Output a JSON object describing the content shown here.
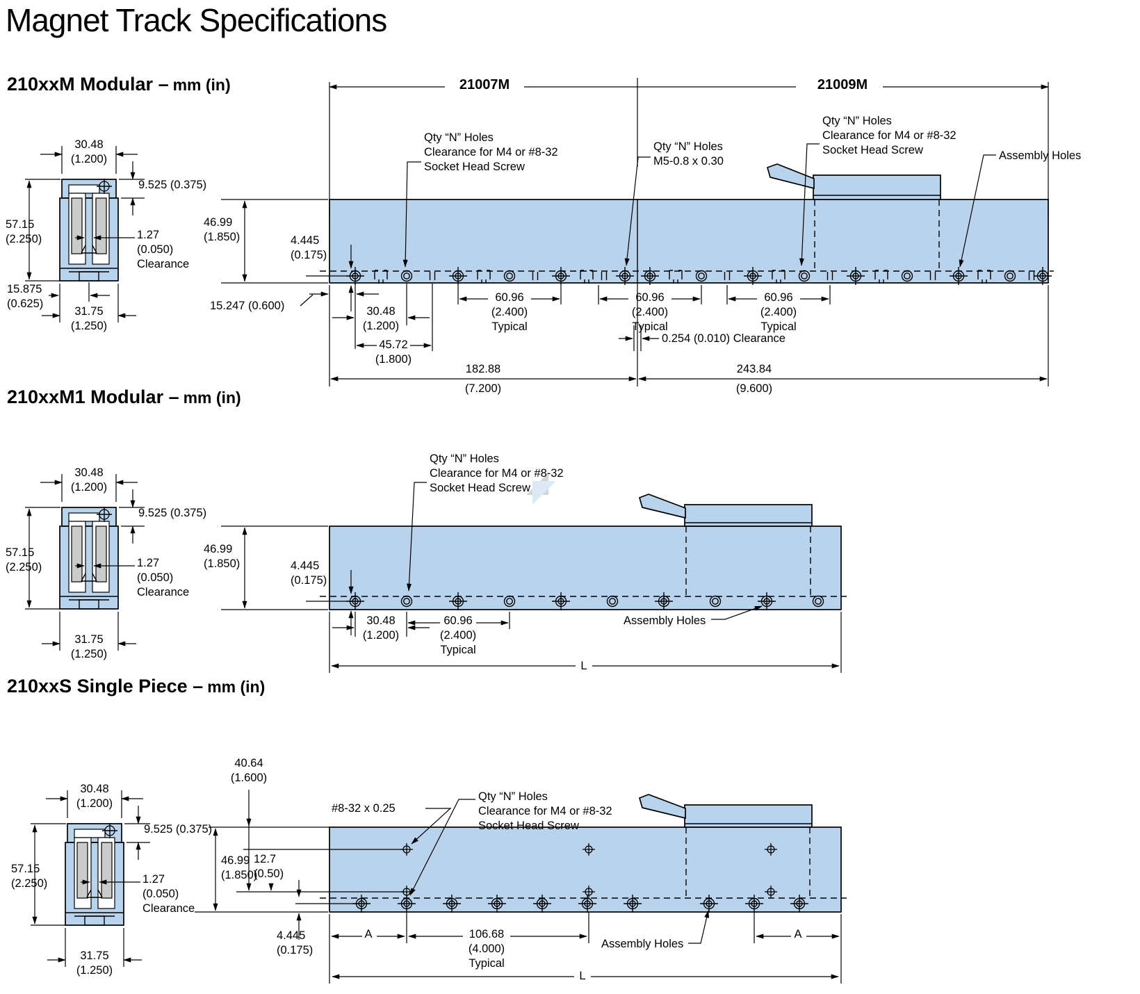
{
  "page_title": "Magnet Track Specifications",
  "colors": {
    "track_fill": "#b9d3ec",
    "magnet_fill": "#cbcbcb",
    "line": "#000000"
  },
  "sections": [
    {
      "heading": "210xxM Modular –",
      "units": "mm (in)",
      "cross": {
        "width_top": "30.48\n(1.200)",
        "cap_depth": "9.525 (0.375)",
        "height": "57.15\n(2.250)",
        "clearance": "1.27\n(0.050)\nClearance",
        "center_offset": "15.875\n(0.625)",
        "width_bottom": "31.75\n(1.250)"
      },
      "side": {
        "module_left": "21007M",
        "module_right": "21009M",
        "callout_m4_left": "Qty “N” Holes\nClearance for M4 or #8-32\nSocket Head Screw",
        "callout_m5": "Qty “N” Holes\nM5-0.8 x 0.30",
        "callout_m4_right": "Qty “N” Holes\nClearance for M4 or #8-32\nSocket Head Screw",
        "callout_assembly": "Assembly Holes",
        "height": "46.99\n(1.850)",
        "hole_offset": "4.445\n(0.175)",
        "end_offset": "15.247 (0.600)",
        "first_pitch": "30.48\n(1.200)",
        "second_pitch": "45.72\n(1.800)",
        "pitch_1": "60.96\n(2.400)\nTypical",
        "pitch_2": "60.96\n(2.400)\nTypical",
        "pitch_3": "60.96\n(2.400)\nTypical",
        "joint_clearance": "0.254 (0.010) Clearance",
        "length_left_mm": "182.88",
        "length_left_in": "(7.200)",
        "length_right_mm": "243.84",
        "length_right_in": "(9.600)"
      }
    },
    {
      "heading": "210xxM1 Modular –",
      "units": "mm (in)",
      "cross": {
        "width_top": "30.48\n(1.200)",
        "cap_depth": "9.525 (0.375)",
        "height": "57.15\n(2.250)",
        "clearance": "1.27\n(0.050)\nClearance",
        "width_bottom": "31.75\n(1.250)"
      },
      "side": {
        "callout_m4": "Qty “N” Holes\nClearance for M4 or #8-32\nSocket Head Screw",
        "callout_assembly": "Assembly Holes",
        "height": "46.99\n(1.850)",
        "hole_offset": "4.445\n(0.175)",
        "first_pitch": "30.48\n(1.200)",
        "pitch": "60.96\n(2.400)\nTypical",
        "total_length": "L"
      }
    },
    {
      "heading": "210xxS Single Piece –",
      "units": "mm (in)",
      "cross": {
        "width_top": "30.48\n(1.200)",
        "cap_depth": "9.525 (0.375)",
        "height": "57.15\n(2.250)",
        "clearance": "1.27\n(0.050)\nClearance",
        "width_bottom": "31.75\n(1.250)"
      },
      "side": {
        "top_offset": "40.64\n(1.600)",
        "tap": "#8-32 x 0.25",
        "callout_m4": "Qty “N” Holes\nClearance for M4 or #8-32\nSocket Head Screw",
        "callout_assembly": "Assembly Holes",
        "height": "46.99\n(1.850)",
        "row_offset": "12.7\n(0.50)",
        "hole_offset": "4.445\n(0.175)",
        "dim_a_left": "A",
        "dim_a_right": "A",
        "pitch": "106.68\n(4.000)\nTypical",
        "total_length": "L"
      }
    }
  ]
}
